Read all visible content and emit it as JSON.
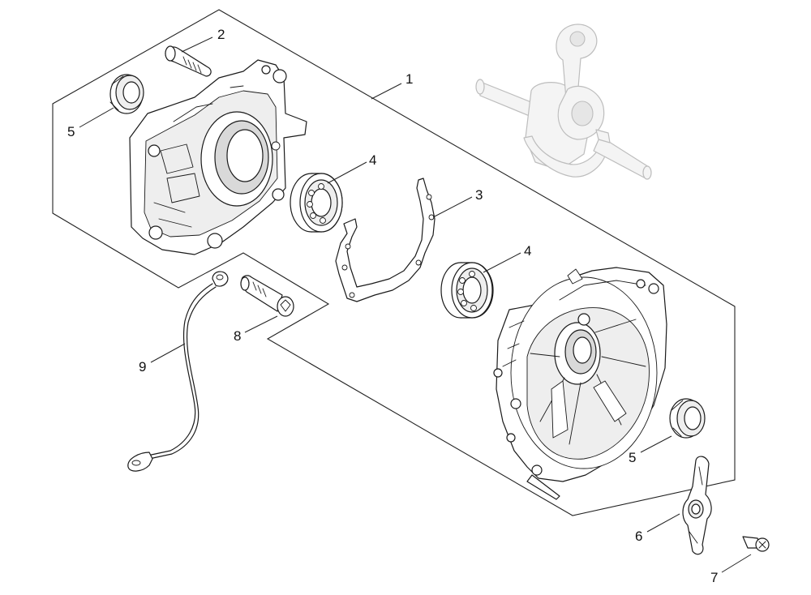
{
  "callouts": [
    {
      "id": "c1",
      "label": "1"
    },
    {
      "id": "c2",
      "label": "2"
    },
    {
      "id": "c3",
      "label": "3"
    },
    {
      "id": "c4a",
      "label": "4"
    },
    {
      "id": "c4b",
      "label": "4"
    },
    {
      "id": "c5a",
      "label": "5"
    },
    {
      "id": "c5b",
      "label": "5"
    },
    {
      "id": "c6",
      "label": "6"
    },
    {
      "id": "c7",
      "label": "7"
    },
    {
      "id": "c8",
      "label": "8"
    },
    {
      "id": "c9",
      "label": "9"
    }
  ]
}
